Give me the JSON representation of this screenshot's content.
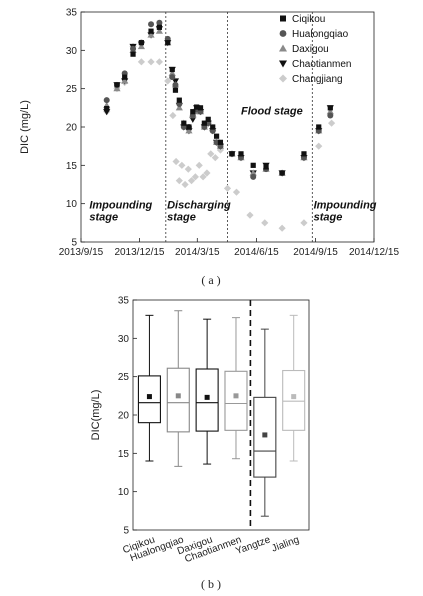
{
  "chart_data": [
    {
      "type": "scatter",
      "caption": "( a )",
      "xlabel": "",
      "ylabel": "DIC (mg/L)",
      "xticks": [
        "2013/9/15",
        "2013/12/15",
        "2014/3/15",
        "2014/6/15",
        "2014/9/15",
        "2014/12/15"
      ],
      "xlim": [
        "2013-09-15",
        "2014-12-15"
      ],
      "ylim": [
        5,
        35
      ],
      "yticks": [
        5,
        10,
        15,
        20,
        25,
        30,
        35
      ],
      "grid": false,
      "legend": "top-right",
      "dividers": [
        "2014-01-25",
        "2014-05-01",
        "2014-09-10"
      ],
      "annotations": [
        {
          "text": "Impounding",
          "date": "2013-09-28",
          "y": 9.4
        },
        {
          "text": "stage",
          "date": "2013-09-28",
          "y": 7.8
        },
        {
          "text": "Discharging",
          "date": "2014-01-27",
          "y": 9.4
        },
        {
          "text": "stage",
          "date": "2014-01-27",
          "y": 7.8
        },
        {
          "text": "Flood stage",
          "date": "2014-05-22",
          "y": 21.6
        },
        {
          "text": "Impounding",
          "date": "2014-09-12",
          "y": 9.4
        },
        {
          "text": "stage",
          "date": "2014-09-12",
          "y": 7.8
        }
      ],
      "series": [
        {
          "name": "Ciqikou",
          "marker": "square",
          "color": "#111111",
          "x": [
            "2013-10-25",
            "2013-11-10",
            "2013-11-22",
            "2013-12-05",
            "2013-12-18",
            "2014-01-02",
            "2014-01-15",
            "2014-01-28",
            "2014-02-04",
            "2014-02-09",
            "2014-02-15",
            "2014-02-22",
            "2014-03-02",
            "2014-03-08",
            "2014-03-14",
            "2014-03-20",
            "2014-03-26",
            "2014-04-01",
            "2014-04-08",
            "2014-04-14",
            "2014-04-20",
            "2014-05-08",
            "2014-05-22",
            "2014-06-10",
            "2014-06-30",
            "2014-07-25",
            "2014-08-28",
            "2014-09-20",
            "2014-10-08"
          ],
          "y": [
            22.4,
            25.5,
            26.5,
            29.5,
            31.0,
            32.5,
            33.0,
            31.0,
            27.5,
            24.8,
            23.5,
            20.5,
            20.0,
            22.0,
            22.6,
            22.5,
            20.5,
            21.0,
            20.0,
            18.8,
            18.0,
            16.5,
            16.5,
            15.0,
            14.8,
            14.0,
            16.5,
            20.0,
            22.5
          ]
        },
        {
          "name": "Hualongqiao",
          "marker": "circle",
          "color": "#555555",
          "x": [
            "2013-10-25",
            "2013-11-10",
            "2013-11-22",
            "2013-12-05",
            "2013-12-18",
            "2014-01-02",
            "2014-01-15",
            "2014-01-28",
            "2014-02-04",
            "2014-02-09",
            "2014-02-15",
            "2014-02-22",
            "2014-03-02",
            "2014-03-08",
            "2014-03-14",
            "2014-03-20",
            "2014-03-26",
            "2014-04-01",
            "2014-04-08",
            "2014-04-14",
            "2014-04-20",
            "2014-05-08",
            "2014-05-22",
            "2014-06-10",
            "2014-06-30",
            "2014-07-25",
            "2014-08-28",
            "2014-09-20",
            "2014-10-08"
          ],
          "y": [
            23.5,
            25.5,
            27.0,
            30.2,
            31.0,
            33.4,
            33.6,
            31.5,
            26.5,
            25.5,
            23.0,
            20.0,
            20.0,
            21.5,
            22.3,
            22.0,
            20.0,
            20.5,
            19.5,
            18.0,
            17.5,
            16.5,
            16.0,
            13.5,
            14.5,
            14.0,
            16.0,
            19.5,
            21.5
          ]
        },
        {
          "name": "Daxigou",
          "marker": "triangle",
          "color": "#8a8a8a",
          "x": [
            "2013-10-25",
            "2013-11-10",
            "2013-11-22",
            "2013-12-05",
            "2013-12-18",
            "2014-01-02",
            "2014-01-15",
            "2014-01-28",
            "2014-02-04",
            "2014-02-09",
            "2014-02-15",
            "2014-02-22",
            "2014-03-02",
            "2014-03-08",
            "2014-03-14",
            "2014-03-20",
            "2014-03-26",
            "2014-04-01",
            "2014-04-08",
            "2014-04-14",
            "2014-04-20",
            "2014-05-08",
            "2014-05-22",
            "2014-06-10",
            "2014-06-30",
            "2014-07-25",
            "2014-08-28",
            "2014-09-20",
            "2014-10-08"
          ],
          "y": [
            22.8,
            25.0,
            26.0,
            30.0,
            30.5,
            32.0,
            32.5,
            31.0,
            27.0,
            25.5,
            22.5,
            20.5,
            19.5,
            21.5,
            22.0,
            22.0,
            20.0,
            20.8,
            19.8,
            18.0,
            17.5,
            16.5,
            16.0,
            14.0,
            14.5,
            14.0,
            16.0,
            19.5,
            22.0
          ]
        },
        {
          "name": "Chaotianmen",
          "marker": "invtriangle",
          "color": "#111111",
          "x": [
            "2013-10-25",
            "2013-11-10",
            "2013-11-22",
            "2013-12-05",
            "2013-12-18",
            "2014-01-02",
            "2014-01-15",
            "2014-01-28",
            "2014-02-04",
            "2014-02-09",
            "2014-02-15",
            "2014-02-22",
            "2014-03-02",
            "2014-03-08",
            "2014-03-14",
            "2014-03-20",
            "2014-03-26",
            "2014-04-01",
            "2014-04-08",
            "2014-04-14",
            "2014-04-20",
            "2014-05-08",
            "2014-05-22",
            "2014-06-10",
            "2014-06-30",
            "2014-07-25",
            "2014-08-28",
            "2014-09-20",
            "2014-10-08"
          ],
          "y": [
            22.0,
            25.5,
            26.0,
            30.5,
            30.8,
            32.0,
            32.8,
            31.0,
            27.5,
            26.0,
            22.8,
            20.0,
            19.5,
            21.0,
            22.5,
            22.0,
            20.0,
            20.5,
            19.5,
            18.0,
            17.5,
            16.5,
            16.0,
            14.0,
            15.0,
            14.0,
            16.0,
            19.5,
            22.5
          ]
        },
        {
          "name": "Changjiang",
          "marker": "diamond",
          "color": "#cccccc",
          "x": [
            "2013-10-25",
            "2013-11-10",
            "2013-11-22",
            "2013-12-05",
            "2013-12-18",
            "2014-01-02",
            "2014-01-15",
            "2014-01-28",
            "2014-02-05",
            "2014-02-10",
            "2014-02-15",
            "2014-02-19",
            "2014-02-24",
            "2014-03-01",
            "2014-03-06",
            "2014-03-12",
            "2014-03-18",
            "2014-03-24",
            "2014-03-30",
            "2014-04-05",
            "2014-04-12",
            "2014-04-20",
            "2014-05-01",
            "2014-05-15",
            "2014-06-05",
            "2014-06-28",
            "2014-07-25",
            "2014-08-28",
            "2014-09-20",
            "2014-10-10"
          ],
          "y": [
            22.0,
            25.0,
            25.8,
            30.5,
            28.5,
            28.5,
            28.5,
            26.0,
            21.5,
            15.5,
            13.0,
            15.0,
            12.5,
            14.5,
            13.0,
            13.5,
            15.0,
            13.5,
            14.0,
            16.5,
            16.0,
            17.0,
            12.0,
            11.5,
            8.5,
            7.5,
            6.8,
            7.5,
            17.5,
            20.5
          ]
        }
      ]
    },
    {
      "type": "box",
      "caption": "( b )",
      "xlabel": "",
      "ylabel": "DIC(mg/L)",
      "ylim": [
        5,
        35
      ],
      "yticks": [
        5,
        10,
        15,
        20,
        25,
        30,
        35
      ],
      "divider_after": "Chaotianmen",
      "categories": [
        "Ciqikou",
        "Hualongqiao",
        "Daxigou",
        "Chaotianmen",
        "Yangtze",
        "Jialing"
      ],
      "boxes": [
        {
          "name": "Ciqikou",
          "min": 14.0,
          "q1": 19.0,
          "median": 21.6,
          "q3": 25.1,
          "max": 33.0,
          "mean": 22.4,
          "color": "#111111"
        },
        {
          "name": "Hualongqiao",
          "min": 13.3,
          "q1": 17.8,
          "median": 21.6,
          "q3": 26.1,
          "max": 33.6,
          "mean": 22.5,
          "color": "#888888"
        },
        {
          "name": "Daxigou",
          "min": 13.6,
          "q1": 17.9,
          "median": 21.6,
          "q3": 26.0,
          "max": 32.5,
          "mean": 22.3,
          "color": "#111111"
        },
        {
          "name": "Chaotianmen",
          "min": 14.3,
          "q1": 18.0,
          "median": 21.5,
          "q3": 25.7,
          "max": 32.7,
          "mean": 22.5,
          "color": "#999999"
        },
        {
          "name": "Yangtze",
          "min": 6.8,
          "q1": 11.9,
          "median": 15.3,
          "q3": 22.3,
          "max": 31.2,
          "mean": 17.4,
          "color": "#444444"
        },
        {
          "name": "Jialing",
          "min": 14.0,
          "q1": 18.0,
          "median": 21.8,
          "q3": 25.8,
          "max": 33.0,
          "mean": 22.4,
          "color": "#bbbbbb"
        }
      ]
    }
  ]
}
